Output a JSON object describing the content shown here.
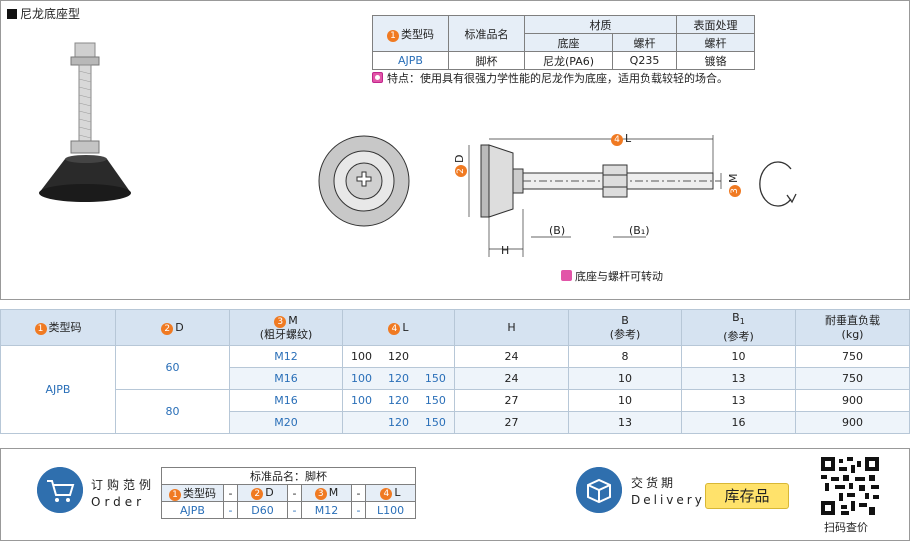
{
  "title": "尼龙底座型",
  "material_table": {
    "col_type": "类型码",
    "col_type_num": "1",
    "col_name": "标准品名",
    "col_material": "材质",
    "col_surface": "表面处理",
    "sub_base": "底座",
    "sub_bolt": "螺杆",
    "sub_bolt2": "螺杆",
    "row_type": "AJPB",
    "row_name": "脚杯",
    "row_base": "尼龙(PA6)",
    "row_bolt": "Q235",
    "row_surface": "镀铬"
  },
  "note": "特点：使用具有很强力学性能的尼龙作为底座，适用负载较轻的场合。",
  "drawing": {
    "label_L": "L",
    "label_L_num": "4",
    "label_D": "D",
    "label_D_num": "2",
    "label_M": "M",
    "label_M_num": "3",
    "label_H": "H",
    "label_B": "(B)",
    "label_B1": "(B₁)",
    "rotate_note": "底座与螺杆可转动"
  },
  "spec_table": {
    "headers": {
      "type": "类型码",
      "type_num": "1",
      "d": "D",
      "d_num": "2",
      "m": "M",
      "m_num": "3",
      "m_sub": "(粗牙螺纹)",
      "l": "L",
      "l_num": "4",
      "h": "H",
      "b": "B",
      "b_sub": "(参考)",
      "b1": "B",
      "b1_sub_index": "1",
      "b1_sub": "(参考)",
      "load": "耐垂直负载",
      "load_unit": "(kg)"
    },
    "type_value": "AJPB",
    "d_group": [
      "60",
      "80"
    ],
    "rows": [
      {
        "m": "M12",
        "l1": "100",
        "l2": "120",
        "l3": "",
        "h": "24",
        "b": "8",
        "b1": "10",
        "load": "750"
      },
      {
        "m": "M16",
        "l1": "100",
        "l2": "120",
        "l3": "150",
        "h": "24",
        "b": "10",
        "b1": "13",
        "load": "750"
      },
      {
        "m": "M16",
        "l1": "100",
        "l2": "120",
        "l3": "150",
        "h": "27",
        "b": "10",
        "b1": "13",
        "load": "900"
      },
      {
        "m": "M20",
        "l1": "",
        "l2": "120",
        "l3": "150",
        "h": "27",
        "b": "13",
        "b1": "16",
        "load": "900"
      }
    ]
  },
  "order": {
    "title_cn": "订购范例",
    "title_en": "Order",
    "std_name_label": "标准品名：脚杯",
    "h_type": "类型码",
    "h_type_num": "1",
    "h_d": "D",
    "h_d_num": "2",
    "h_m": "M",
    "h_m_num": "3",
    "h_l": "L",
    "h_l_num": "4",
    "dash": "-",
    "v_type": "AJPB",
    "v_d": "D60",
    "v_m": "M12",
    "v_l": "L100"
  },
  "delivery": {
    "title_cn": "交货期",
    "title_en": "Delivery",
    "badge": "库存品",
    "qr_label": "扫码查价"
  },
  "colors": {
    "accent_blue": "#2f6fae",
    "number_orange": "#f07a22",
    "header_bg": "#d6e3f1",
    "stock_yellow": "#ffe26b"
  }
}
